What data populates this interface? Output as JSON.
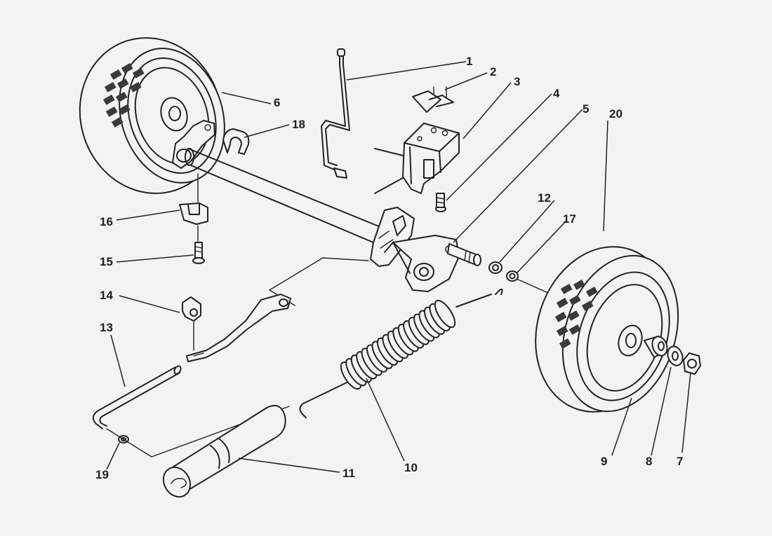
{
  "diagram": {
    "callouts": {
      "c1": "1",
      "c2": "2",
      "c3": "3",
      "c4": "4",
      "c5": "5",
      "c6": "6",
      "c7": "7",
      "c8": "8",
      "c9": "9",
      "c10": "10",
      "c11": "11",
      "c12": "12",
      "c13": "13",
      "c14": "14",
      "c15": "15",
      "c16": "16",
      "c17": "17",
      "c18": "18",
      "c19": "19",
      "c20": "20"
    }
  }
}
